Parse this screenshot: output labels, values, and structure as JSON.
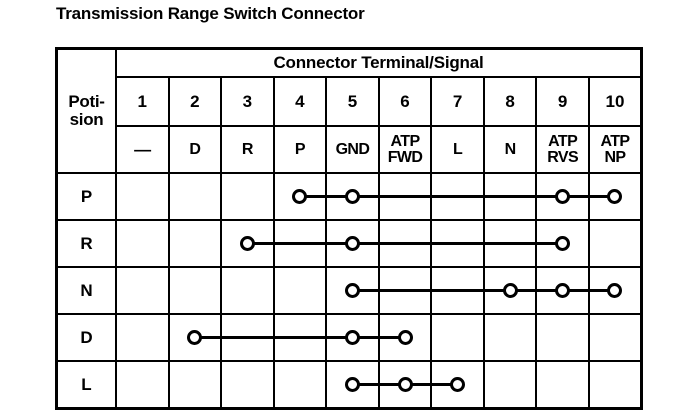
{
  "page": {
    "title": "Transmission Range Switch Connector"
  },
  "table": {
    "group_header": "Connector Terminal/Signal",
    "position_header": "Poti-\nsion",
    "position_header_line1": "Poti-",
    "position_header_line2": "sion",
    "terminals": [
      {
        "number": "1",
        "signal": "—",
        "signal_line1": "—",
        "signal_line2": ""
      },
      {
        "number": "2",
        "signal": "D",
        "signal_line1": "D",
        "signal_line2": ""
      },
      {
        "number": "3",
        "signal": "R",
        "signal_line1": "R",
        "signal_line2": ""
      },
      {
        "number": "4",
        "signal": "P",
        "signal_line1": "P",
        "signal_line2": ""
      },
      {
        "number": "5",
        "signal": "GND",
        "signal_line1": "GND",
        "signal_line2": ""
      },
      {
        "number": "6",
        "signal": "ATP FWD",
        "signal_line1": "ATP",
        "signal_line2": "FWD"
      },
      {
        "number": "7",
        "signal": "L",
        "signal_line1": "L",
        "signal_line2": ""
      },
      {
        "number": "8",
        "signal": "N",
        "signal_line1": "N",
        "signal_line2": ""
      },
      {
        "number": "9",
        "signal": "ATP RVS",
        "signal_line1": "ATP",
        "signal_line2": "RVS"
      },
      {
        "number": "10",
        "signal": "ATP NP",
        "signal_line1": "ATP",
        "signal_line2": "NP"
      }
    ],
    "rows": [
      {
        "position": "P",
        "continuity_terminals": [
          4,
          5,
          9,
          10
        ],
        "continuity_groups": [
          [
            4,
            5
          ],
          [
            9,
            10
          ]
        ],
        "wire_spans": [
          [
            4,
            10
          ]
        ]
      },
      {
        "position": "R",
        "continuity_terminals": [
          3,
          5,
          9
        ],
        "continuity_groups": [
          [
            3,
            5,
            9
          ]
        ],
        "wire_spans": [
          [
            3,
            9
          ]
        ]
      },
      {
        "position": "N",
        "continuity_terminals": [
          5,
          8,
          9,
          10
        ],
        "continuity_groups": [
          [
            5,
            8,
            9,
            10
          ]
        ],
        "wire_spans": [
          [
            5,
            10
          ]
        ]
      },
      {
        "position": "D",
        "continuity_terminals": [
          2,
          5,
          6
        ],
        "continuity_groups": [
          [
            2,
            5,
            6
          ]
        ],
        "wire_spans": [
          [
            2,
            6
          ]
        ]
      },
      {
        "position": "L",
        "continuity_terminals": [
          5,
          6,
          7
        ],
        "continuity_groups": [
          [
            5,
            6,
            7
          ]
        ],
        "wire_spans": [
          [
            5,
            7
          ]
        ]
      }
    ]
  },
  "colors": {
    "ink": "#000000",
    "paper": "#ffffff"
  }
}
